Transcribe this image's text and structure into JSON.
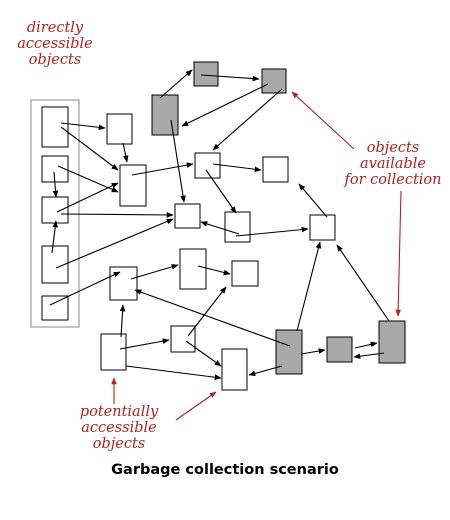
{
  "labels": {
    "directly": [
      "directly",
      "accessible",
      "objects"
    ],
    "available": [
      "objects",
      "available",
      "for collection"
    ],
    "potentially": [
      "potentially",
      "accessible",
      "objects"
    ]
  },
  "caption": "Garbage collection scenario",
  "colors": {
    "annotation": "#b22222",
    "garbage_fill": "#a9a9a9",
    "object_fill": "#ffffff",
    "stroke": "#000000",
    "root_frame": "#888888"
  }
}
